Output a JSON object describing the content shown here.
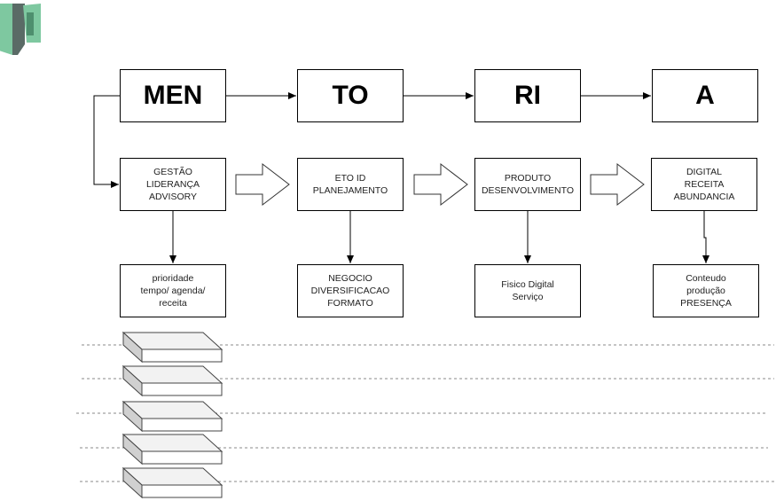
{
  "logo": {
    "name": "logo-icon",
    "colors": [
      "#7ec8a0",
      "#5a6b66"
    ]
  },
  "top_row": [
    "MEN",
    "TO",
    "RI",
    "A"
  ],
  "middle_row": [
    "GESTÃO\nLIDERANÇA\nADVISORY",
    "ETO ID\nPLANEJAMENTO",
    "PRODUTO\nDESENVOLVIMENTO",
    "DIGITAL\nRECEITA\nABUNDANCIA"
  ],
  "bottom_row": [
    "prioridade\ntempo/ agenda/\nreceita",
    "NEGOCIO\nDIVERSIFICACAO\nFORMATO",
    "Fisico Digital\nServiço",
    "Conteudo\nprodução\nPRESENÇA"
  ],
  "stack": {
    "count": 5
  }
}
